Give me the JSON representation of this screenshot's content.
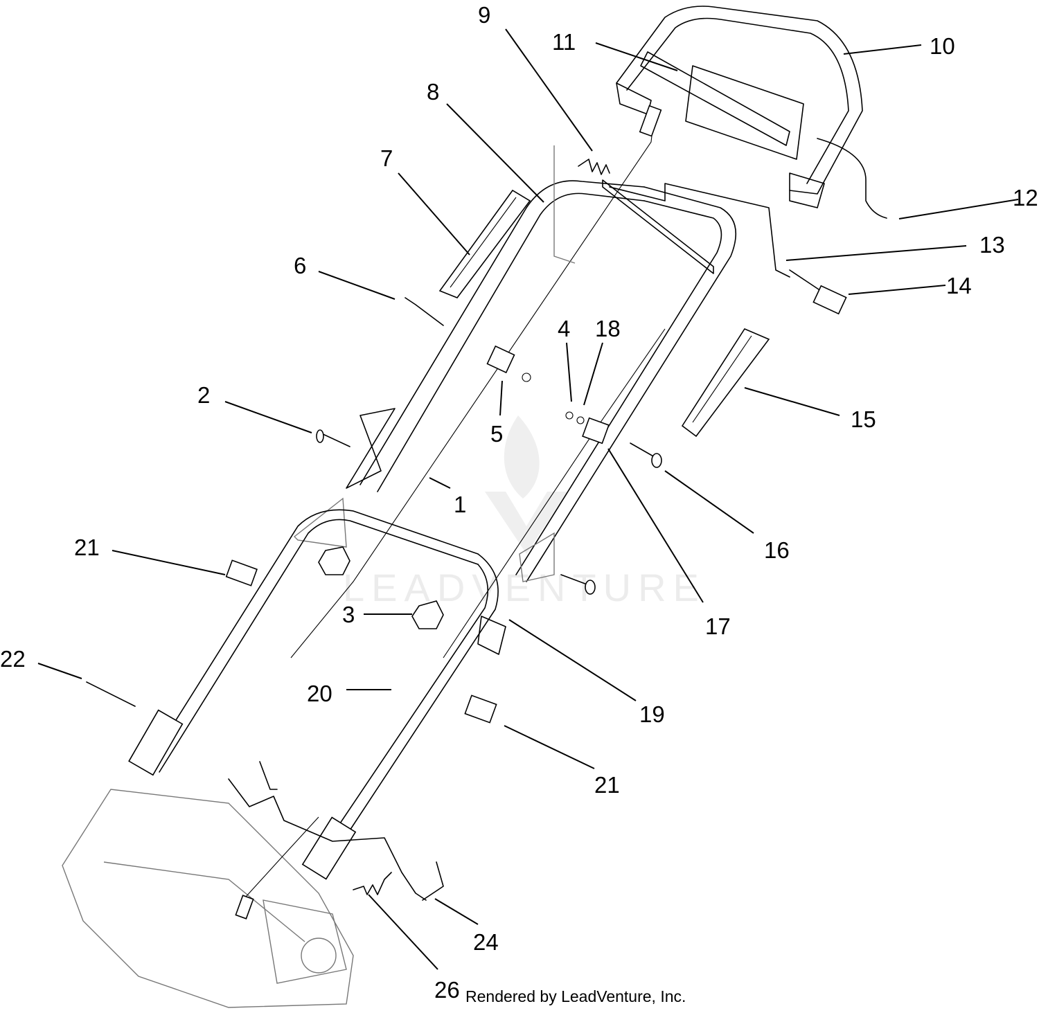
{
  "callouts": [
    {
      "id": "c1",
      "label": "1"
    },
    {
      "id": "c2",
      "label": "2"
    },
    {
      "id": "c3",
      "label": "3"
    },
    {
      "id": "c4",
      "label": "4"
    },
    {
      "id": "c5",
      "label": "5"
    },
    {
      "id": "c6",
      "label": "6"
    },
    {
      "id": "c7",
      "label": "7"
    },
    {
      "id": "c8",
      "label": "8"
    },
    {
      "id": "c9",
      "label": "9"
    },
    {
      "id": "c10",
      "label": "10"
    },
    {
      "id": "c11",
      "label": "11"
    },
    {
      "id": "c12",
      "label": "12"
    },
    {
      "id": "c13",
      "label": "13"
    },
    {
      "id": "c14",
      "label": "14"
    },
    {
      "id": "c15",
      "label": "15"
    },
    {
      "id": "c16",
      "label": "16"
    },
    {
      "id": "c17",
      "label": "17"
    },
    {
      "id": "c18",
      "label": "18"
    },
    {
      "id": "c19",
      "label": "19"
    },
    {
      "id": "c20",
      "label": "20"
    },
    {
      "id": "c21a",
      "label": "21"
    },
    {
      "id": "c21b",
      "label": "21"
    },
    {
      "id": "c22",
      "label": "22"
    },
    {
      "id": "c24",
      "label": "24"
    },
    {
      "id": "c26",
      "label": "26"
    }
  ],
  "watermark": "LEADVENTURE",
  "credit": "Rendered by LeadVenture, Inc."
}
